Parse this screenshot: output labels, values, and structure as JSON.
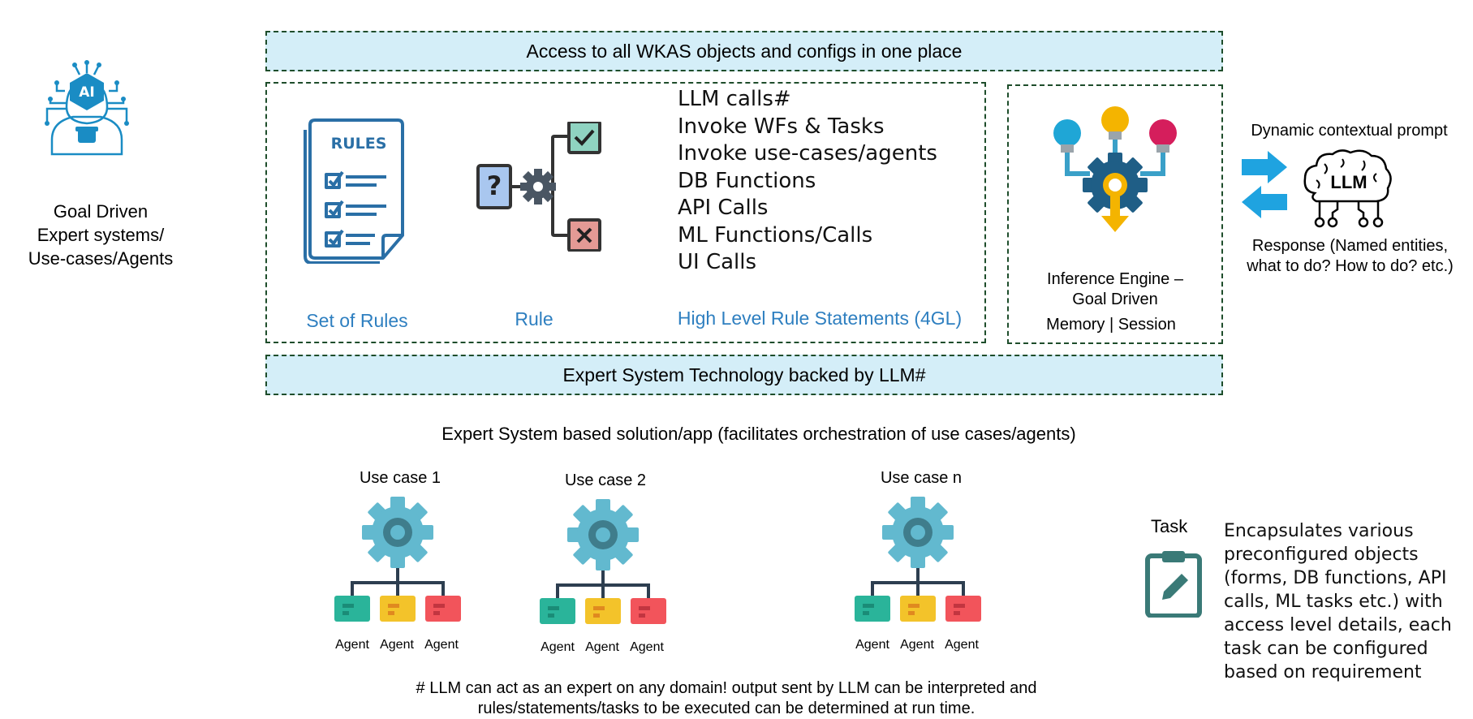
{
  "left": {
    "icon": "ai-robot-icon",
    "caption": [
      "Goal Driven",
      "Expert systems/",
      "Use-cases/Agents"
    ]
  },
  "top_banner": "Access to all WKAS objects and configs in one place",
  "rules_panel": {
    "rules_doc_title": "RULES",
    "labels": {
      "set_of_rules": "Set of Rules",
      "rule": "Rule",
      "high_level": "High Level Rule Statements (4GL)"
    },
    "statements": [
      "LLM calls#",
      "Invoke WFs & Tasks",
      "Invoke use-cases/agents",
      "DB Functions",
      "API Calls",
      "ML Functions/Calls",
      "UI Calls"
    ]
  },
  "inference": {
    "icon": "lightbulb-gear-icon",
    "title_line1": "Inference Engine –",
    "title_line2": "Goal Driven",
    "memory": "Memory | Session"
  },
  "llm": {
    "prompt_label": "Dynamic contextual prompt",
    "brain_label": "LLM",
    "response_line1": "Response (Named entities,",
    "response_line2": "what to do? How to do? etc.)"
  },
  "bottom_banner": "Expert System Technology backed by LLM#",
  "solution_title": "Expert System based solution/app (facilitates orchestration of use cases/agents)",
  "use_cases": [
    {
      "label": "Use case 1",
      "agents": [
        "Agent",
        "Agent",
        "Agent"
      ]
    },
    {
      "label": "Use case 2",
      "agents": [
        "Agent",
        "Agent",
        "Agent"
      ]
    },
    {
      "label": "Use case n",
      "agents": [
        "Agent",
        "Agent",
        "Agent"
      ]
    }
  ],
  "task": {
    "label": "Task",
    "icon": "clipboard-edit-icon",
    "description": [
      "Encapsulates various",
      "preconfigured objects",
      "(forms, DB functions, API",
      "calls, ML tasks etc.) with",
      "access level details, each",
      "task can be configured",
      "based on requirement"
    ]
  },
  "footnote": [
    "# LLM can act as an expert on any domain! output sent by LLM can be interpreted and",
    "rules/statements/tasks to be executed can be determined at run time."
  ],
  "colors": {
    "banner_fill": "#d4eef8",
    "dashed_border": "#1e4d2b",
    "label_blue": "#2e7fc0",
    "gear_teal": "#5fb8cf",
    "arrow_blue": "#1fa3e0"
  }
}
